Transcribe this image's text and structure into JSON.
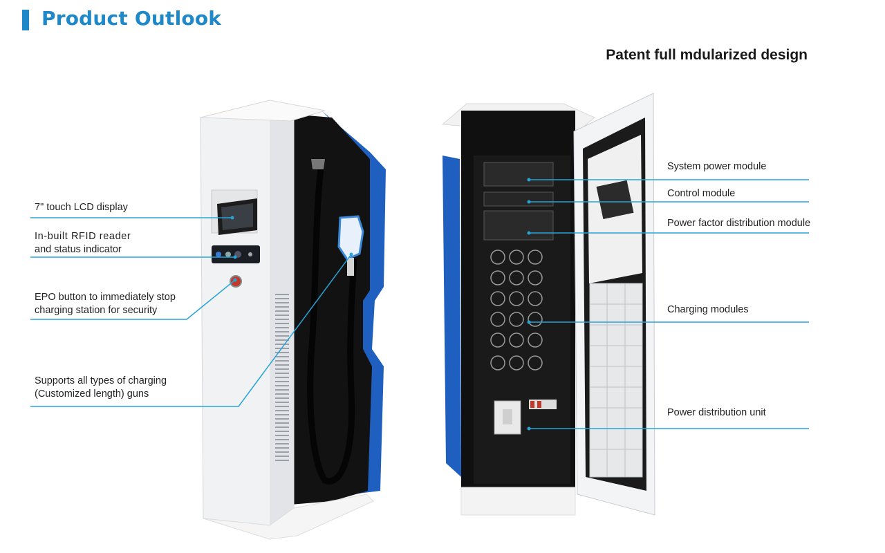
{
  "header": {
    "title": "Product Outlook",
    "subtitle": "Patent full mdularized design",
    "accent_color": "#1e88c8"
  },
  "left_callouts": [
    {
      "lines": [
        "7\" touch LCD display"
      ]
    },
    {
      "lines": [
        "In-built RFID reader",
        "and status indicator"
      ]
    },
    {
      "lines": [
        "EPO button to immediately stop",
        "charging station for security"
      ]
    },
    {
      "lines": [
        "Supports all types of charging",
        "(Customized length) guns"
      ]
    }
  ],
  "right_callouts": [
    {
      "lines": [
        "System power module"
      ]
    },
    {
      "lines": [
        "Control module"
      ]
    },
    {
      "lines": [
        "Power factor distribution module"
      ]
    },
    {
      "lines": [
        "Charging modules"
      ]
    },
    {
      "lines": [
        "Power distribution unit"
      ]
    }
  ],
  "colors": {
    "leader_line": "#29a3d6",
    "cabinet_blue": "#1f5fbf",
    "cabinet_white": "#f3f4f6",
    "cabinet_dark": "#111111"
  }
}
